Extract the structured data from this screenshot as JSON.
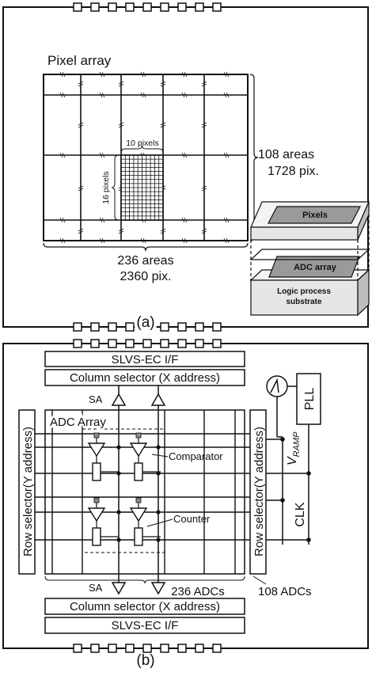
{
  "panel_a": {
    "caption": "(a)",
    "pixel_array_label": "Pixel array",
    "area_width_label": "10 pixels",
    "area_height_label": "16 pixels",
    "vertical_count_line1": "108 areas",
    "vertical_count_line2": "1728 pix.",
    "horizontal_count_line1": "236 areas",
    "horizontal_count_line2": "2360 pix.",
    "stack_top_label": "Pixels",
    "stack_middle_label": "ADC array",
    "stack_bottom_line1": "Logic process",
    "stack_bottom_line2": "substrate"
  },
  "panel_b": {
    "caption": "(b)",
    "slvs_top": "SLVS-EC I/F",
    "column_selector_top": "Column selector (X address)",
    "slvs_bottom": "SLVS-EC I/F",
    "column_selector_bottom": "Column selector (X address)",
    "row_selector_left": "Row selector(Y address)",
    "row_selector_right": "Row selector(Y address)",
    "adc_array_label": "ADC Array",
    "sa_top": "SA",
    "sa_bottom": "SA",
    "comparator_label": "Comparator",
    "counter_label": "Counter",
    "vramp_main": "V",
    "vramp_sub": "RAMP",
    "pll_label": "PLL",
    "clk_label": "CLK",
    "adc_count_x": "236 ADCs",
    "adc_count_y": "108 ADCs"
  },
  "colors": {
    "line": "#111111",
    "stack_face": "#e6e6e6",
    "stack_top_face": "#f3f3f3",
    "stack_side": "#bdbdbd",
    "stack_plate": "#9a9a9a"
  }
}
